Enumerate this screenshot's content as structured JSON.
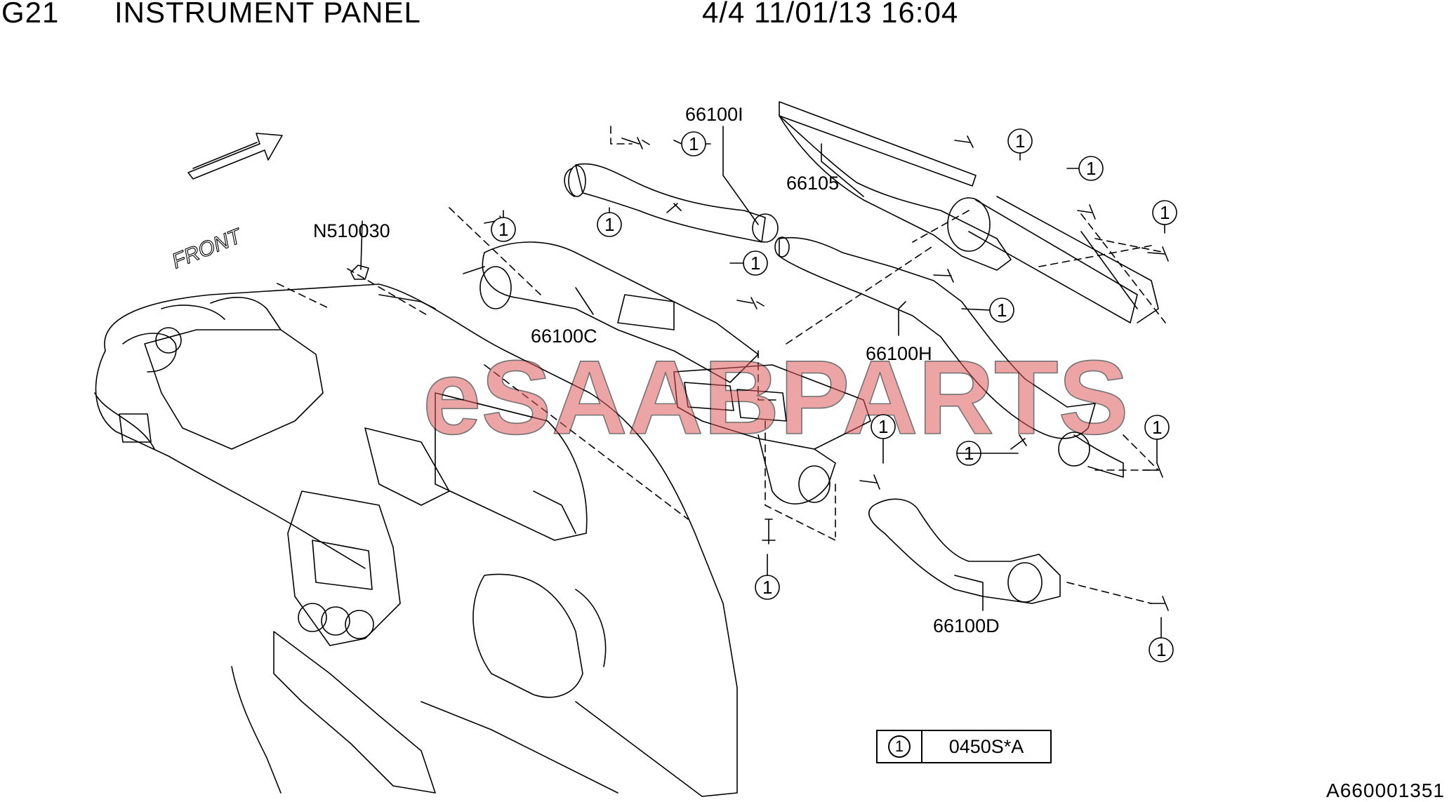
{
  "header": {
    "code": "G21",
    "title": "INSTRUMENT PANEL",
    "page_info": "4/4 11/01/13 16:04"
  },
  "diagram": {
    "front_label": "FRONT",
    "watermark": "eSAABPARTS",
    "callout_number": "1",
    "part_labels": {
      "N510030": "N510030",
      "p66100I": "66100I",
      "p66105": "66105",
      "p66100C": "66100C",
      "p66100H": "66100H",
      "p66100D": "66100D"
    }
  },
  "legend": {
    "callout": "1",
    "part_number": "0450S*A"
  },
  "reference": "A660001351"
}
